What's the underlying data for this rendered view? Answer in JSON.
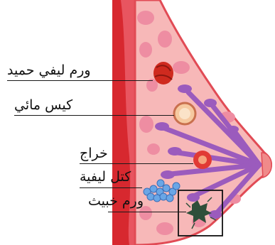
{
  "labels": {
    "fibroadenoma": "ورم ليفي حميد",
    "cyst": "كيس مائي",
    "abscess": "خراج",
    "fibrous_lumps": "كتل ليفية",
    "malignant_tumor": "ورم خبيث"
  },
  "colors": {
    "chest_wall": "#d7282f",
    "rib_muscle": "#e85560",
    "fat_tissue": "#f7b8b8",
    "fat_lobule": "#ee8da2",
    "duct_lobe": "#9b5bbd",
    "skin_outline": "#e14b55",
    "fibroadenoma": "#cf2a1f",
    "cyst": "#f6c9a0",
    "abscess": "#e13a35",
    "fibrous_lumps": "#6aa6e6",
    "malignant_tumor": "#2f4f3a",
    "nipple": "#f08a8a"
  }
}
